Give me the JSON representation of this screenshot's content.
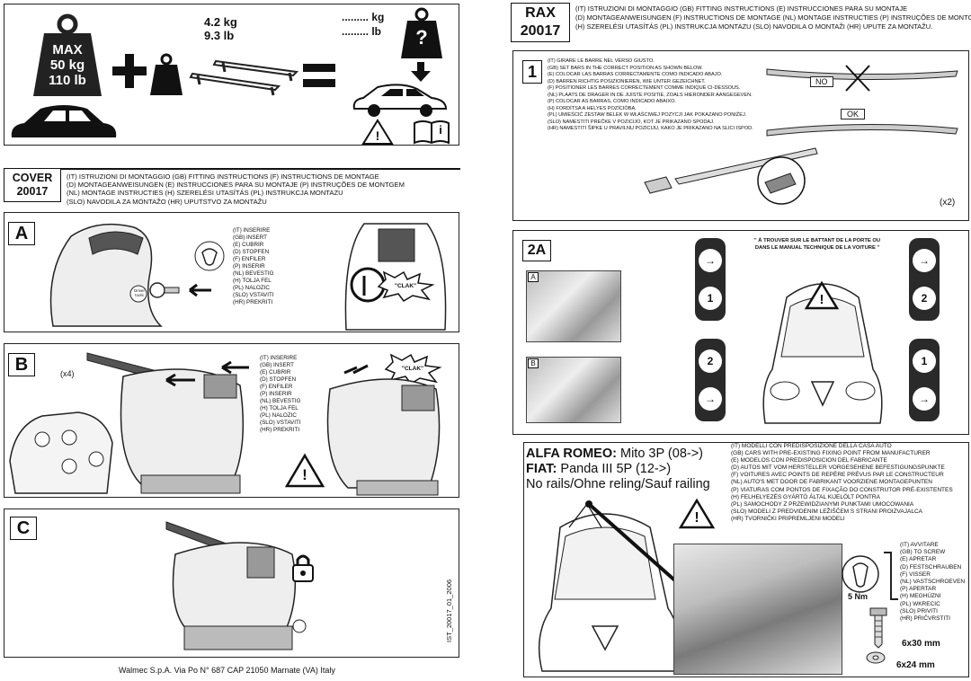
{
  "top": {
    "max_label": "MAX",
    "max_kg": "50 kg",
    "max_lb": "110 lb",
    "weight_kg": "4.2 kg",
    "weight_lb": "9.3 lb",
    "result_kg": "......... kg",
    "result_lb": "......... lb",
    "question": "?",
    "info_glyph": "i",
    "warning_glyph": "!"
  },
  "cover": {
    "label_line1": "COVER",
    "label_line2": "20017",
    "header_lines": [
      "(IT) ISTRUZIONI DI MONTAGGIO (GB) FITTING INSTRUCTIONS (F) INSTRUCTIONS DE MONTAGE",
      "(D) MONTAGEANWEISUNGEN (E) INSTRUCCIONES PARA SU MONTAJE (P) INSTRUÇÕES DE MONTGEM",
      "(NL) MONTAGE INSTRUCTIES (H) SZERELÉSI UTASÍTÁS (PL) INSTRUKCJA MONTAZU",
      "(SLO) NAVODILA ZA MONTAŽO (HR) UPUTSTVO ZA MONTAŽU"
    ]
  },
  "step_a": {
    "label": "A",
    "lines": [
      "(IT) INSERIRE",
      "(GB) INSERT",
      "(E) CUBRIR",
      "(D) STOPFEN",
      "(F) ENFILER",
      "(P) INSERIR",
      "(NL) BEVESTIG",
      "(H) TOLJA FEL",
      "(PL) NALOZIC",
      "(SLO) VSTAVITI",
      "(HR) PREKRITI"
    ],
    "clak": "\"CLAK\"",
    "logo": "Driver tools"
  },
  "step_b": {
    "label": "B",
    "lines": [
      "(IT) INSERIRE",
      "(GB) INSERT",
      "(E) CUBRIR",
      "(D) STOPFEN",
      "(F) ENFILER",
      "(P) INSERIR",
      "(NL) BEVESTIG",
      "(H) TOLJA FEL",
      "(PL) NALOZIC",
      "(SLO) VSTAVITI",
      "(HR) PREKRITI"
    ],
    "count": "(x4)",
    "clak": "\"CLAK\""
  },
  "step_c": {
    "label": "C",
    "doc_code": "IST_20017_01_2006"
  },
  "footer": "Walmec S.p.A. Via Po N° 687 CAP 21050 Marnate (VA) Italy",
  "rax": {
    "label_line1": "RAX",
    "label_line2": "20017",
    "header_lines": [
      "(IT) ISTRUZIONI DI MONTAGGIO (GB) FITTING INSTRUCTIONS (E) INSTRUCCIONES PARA SU MONTAJE",
      "(D) MONTAGEANWEISUNGEN (F) INSTRUCTIONS DE MONTAGE (NL) MONTAGE INSTRUCTIES (P) INSTRUÇÕES DE MONTGEM",
      "(H) SZERELÉSI UTASÍTÁS (PL) INSTRUKCJA MONTAZU (SLO) NAVODILA O MONTAŽI (HR) UPUTE ZA MONTAŽU."
    ]
  },
  "step_1": {
    "label": "1",
    "lines": [
      "(IT) GIRARE LE BARRE NEL VERSO GIUSTO.",
      "(GB) SET BARS IN THE CORRECT POSITION AS SHOWN BELOW.",
      "(E) COLOCAR LAS BARRAS CORRECTAMENTE COMO INDICADO ABAJO.",
      "(D) BARREN RICHTIG POSIZIONIEREN, WIE UNTER GEZEICHNET.",
      "(F) POSITIONER LES BARRES CORRECTEMENT COMME INDIQUÉ CI-DESSOUS.",
      "(NL) PLAATS DE DRAGER IN DE JUISTE POSITIE, ZOALS HIERONDER AANGEGEVEN.",
      "(P) COLOCAR AS BARRAS, COMO INDICADO ABAIXO.",
      "(H) FORDÍTSA A HELYES POZÍCIÓBA.",
      "(PL) UMIEŚCIĆ ZESTAW BELEK W WŁAŚCIWEJ POZYCJI JAK POKAZANO PONIŻEJ.",
      "(SLO) NAMESTITI PREČKE V POZICIJO, KOT JE PRIKAZANO SPODAJ.",
      "(HR) NAMESTITI ŠIPKE U PRAVILNU POZICIJU, KAKO JE PRIKAZANO NA SLICI ISPOD."
    ],
    "no_label": "NO",
    "ok_label": "OK",
    "count": "(x2)"
  },
  "step_2a": {
    "label": "2A",
    "photo_a": "A",
    "photo_b": "B",
    "note_line1": "\" À TROUVER SUR LE BATTANT DE LA PORTE OU",
    "note_line2": "DANS LE MANUAL TECHNIQUE DE LA VOITURE \"",
    "pill_numbers": [
      "1",
      "2",
      "2",
      "1"
    ]
  },
  "vehicle": {
    "alfa_label": "ALFA ROMEO:",
    "alfa_model": "Mito 3P (08->)",
    "fiat_label": "FIAT:",
    "fiat_model": "Panda III 5P (12->)",
    "rails": "No rails/Ohne reling/Sauf railing",
    "lines": [
      "(IT) MODELLI CON PREDISPOSIZIONE DELLA CASA AUTO",
      "(GB) CARS WITH PRE-EXISTING FIXING POINT FROM MANUFACTURER",
      "(E) MODELOS CON PREDISPOSICION DEL FABRICANTE",
      "(D) AUTOS MIT VOM HERSTELLER VORGESEHENE BEFESTIGUNGSPUNKTE",
      "(F) VOITURES AVEC POINTS DE REPÈRE PRÉVUS PAR LE CONSTRUCTEUR",
      "(NL) AUTO'S MET DOOR DE FABRIKANT VOORZIENE MONTAGEPUNTEN",
      "(P) VIATURAS COM PONTOS DE FIXAÇÃO DO CONSTRUTOR PRÉ-EXISTENTES",
      "(H) FELHELYEZÉS GYÁRTÓ ÁLTAL KIJELÖLT PONTRA",
      "(PL) SAMOCHODY Z PRZEWIDZIANYMI PUNKTAMI UMOCOWANIA",
      "(SLO) MODELI Z PREDVIDENIM LEŽIŠČEM S STRANI PROIZVAJALCA",
      "(HR) TVORNIČKI PRIPREMLJENI MODELI"
    ],
    "screw_lines": [
      "(IT) AVVITARE",
      "(GB) TO SCREW",
      "(E) APRETAR",
      "(D) FESTSCHRAUBEN",
      "(F) VISSER",
      "(NL) VASTSCHROEVEN",
      "(P) APERTAR",
      "(H) MEGHÚZNI",
      "(PL) WKRECIC",
      "(SLO) PRIVITI",
      "(HR) PRIČVRSTITI"
    ],
    "torque": "5 Nm",
    "screw_size": "6x30 mm",
    "washer_size": "6x24 mm"
  }
}
